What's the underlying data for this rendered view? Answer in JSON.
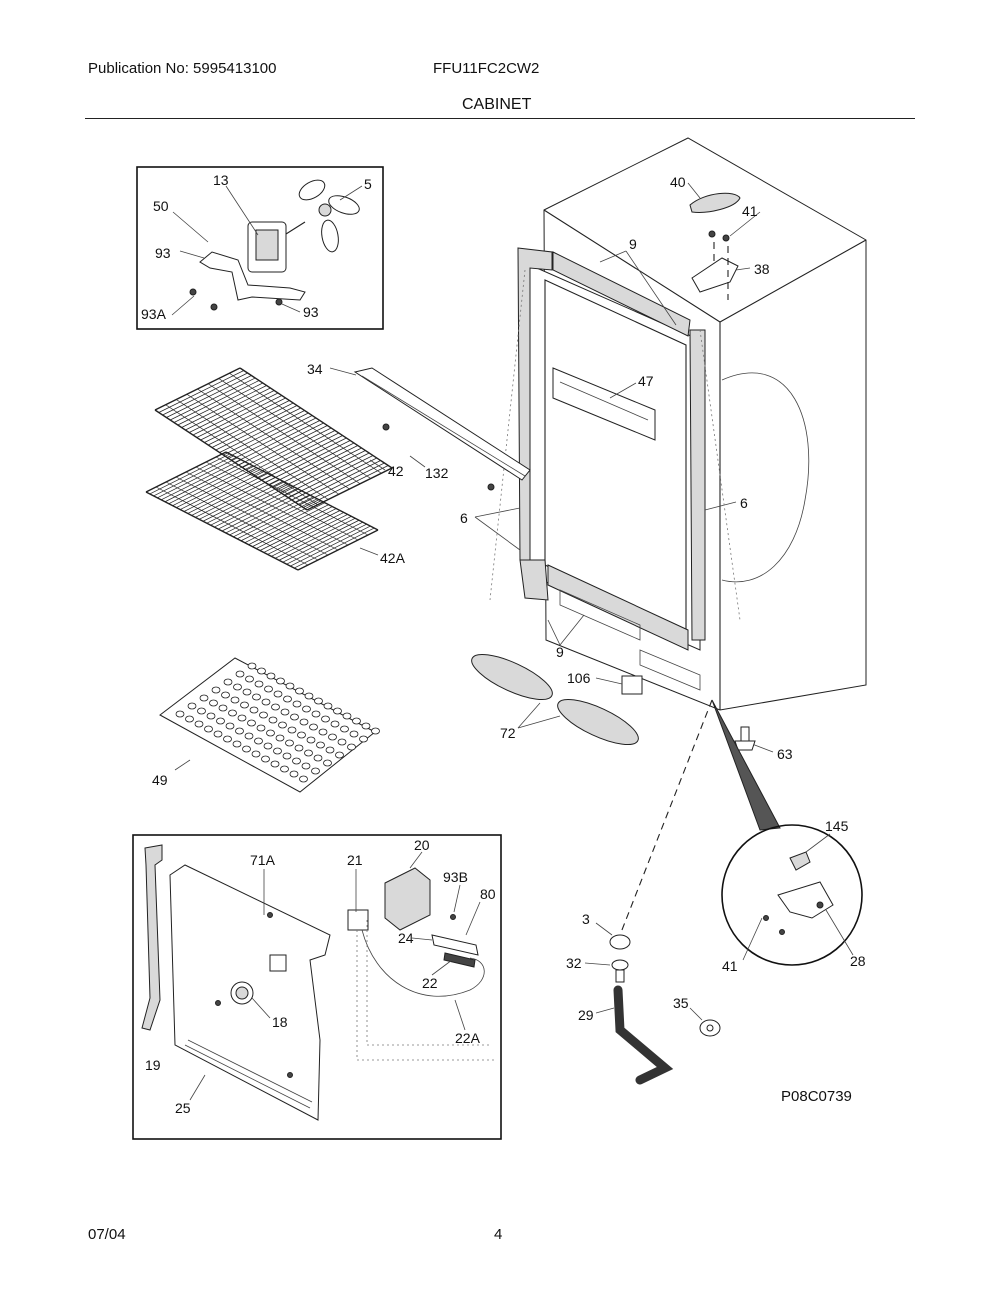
{
  "header": {
    "publication": "Publication No: 5995413100",
    "model": "FFU11FC2CW2",
    "section": "CABINET"
  },
  "footer": {
    "date": "07/04",
    "page": "4"
  },
  "figure_code": "P08C0739",
  "callouts": {
    "c13": "13",
    "c5": "5",
    "c50": "50",
    "c93a": "93",
    "c93A": "93A",
    "c93b": "93",
    "c40": "40",
    "c41a": "41",
    "c38": "38",
    "c9a": "9",
    "c34": "34",
    "c47": "47",
    "c42": "42",
    "c132": "132",
    "c6a": "6",
    "c6b": "6",
    "c42A": "42A",
    "c9b": "9",
    "c106": "106",
    "c72": "72",
    "c63": "63",
    "c49": "49",
    "c145": "145",
    "c3": "3",
    "c32": "32",
    "c29": "29",
    "c35": "35",
    "c41b": "41",
    "c28": "28",
    "c20": "20",
    "c71A": "71A",
    "c21": "21",
    "c93B": "93B",
    "c80": "80",
    "c24": "24",
    "c22": "22",
    "c18": "18",
    "c22A": "22A",
    "c19": "19",
    "c25": "25"
  }
}
